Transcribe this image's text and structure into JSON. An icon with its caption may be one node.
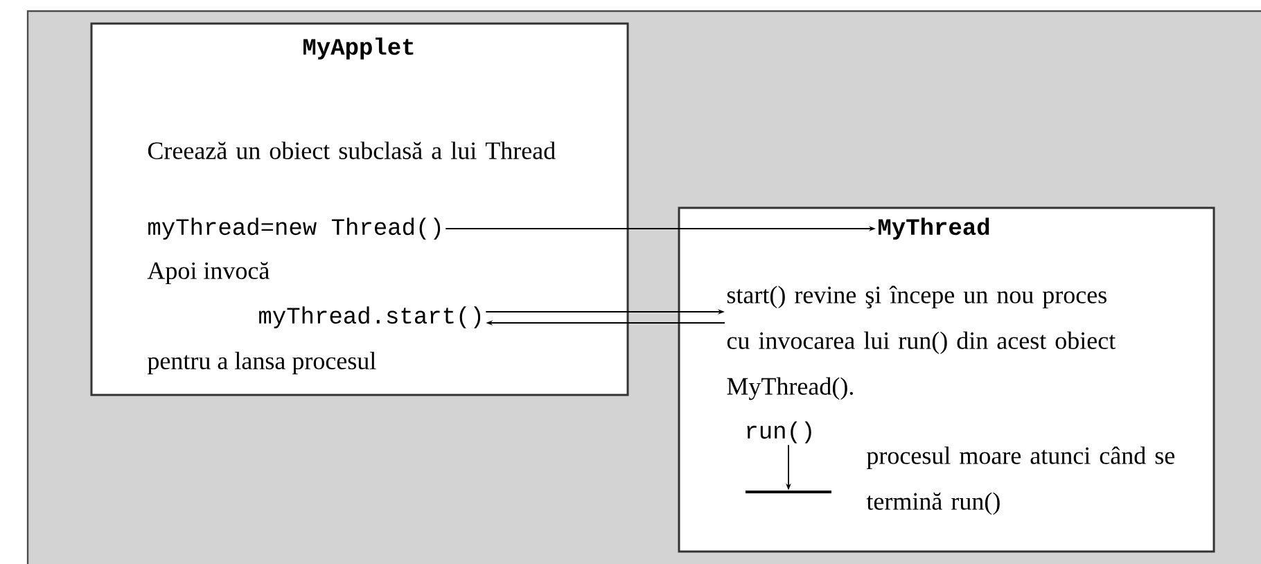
{
  "diagram": {
    "nodes": [
      {
        "text": [],
        "shape": "box"
      },
      {
        "text": [
          "MyApplet"
        ],
        "in": 0
      },
      {
        "text": [
          "Creează un obiect subclasă a lui Thread"
        ],
        "in": 0
      },
      {
        "text": [
          "myThread=new Thread()"
        ],
        "in": 0
      },
      {
        "text": [
          "Apoi invocă"
        ],
        "in": 0
      },
      {
        "text": [
          "myThread.start()"
        ],
        "in": 0
      },
      {
        "text": [
          "pentru a lansa procesul"
        ],
        "in": 0
      },
      {
        "text": [],
        "shape": "box"
      },
      {
        "text": [
          "MyThread"
        ],
        "in": 7
      },
      {
        "text": [
          "start() revine şi începe un nou proces cu invocarea lui run() din acest obiect MyThread()."
        ],
        "in": 7
      },
      {
        "text": [
          "run()"
        ],
        "in": 7
      },
      {
        "text": [],
        "shape": "bar",
        "in": 7
      },
      {
        "text": [
          "procesul moare atunci când se termină run()"
        ],
        "in": 7
      }
    ],
    "edges": [
      {
        "from": 3,
        "to": 8,
        "arrow": "to"
      },
      {
        "from": 5,
        "to": 9,
        "arrow": "to"
      },
      {
        "from": 9,
        "to": 5,
        "arrow": "to"
      },
      {
        "from": 10,
        "to": 11,
        "arrow": "to"
      }
    ]
  }
}
